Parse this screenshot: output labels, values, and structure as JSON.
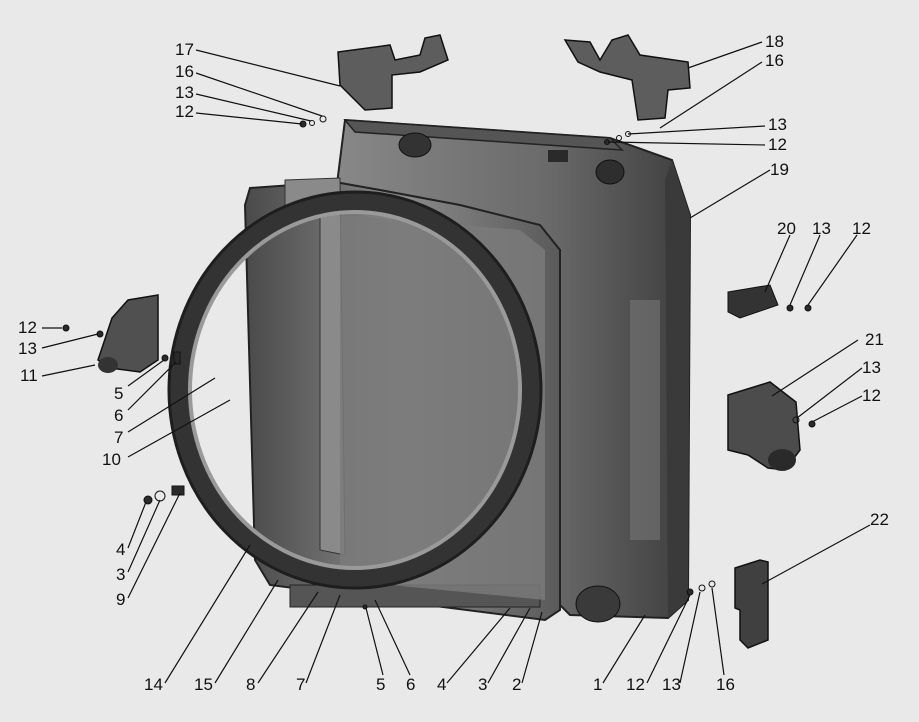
{
  "diagram": {
    "background_color": "#e9e9e9",
    "part_color": "#6f6f6f",
    "callouts": [
      {
        "id": "c17a",
        "label": "17"
      },
      {
        "id": "c16a",
        "label": "16"
      },
      {
        "id": "c13a",
        "label": "13"
      },
      {
        "id": "c12a",
        "label": "12"
      },
      {
        "id": "c18",
        "label": "18"
      },
      {
        "id": "c16b",
        "label": "16"
      },
      {
        "id": "c13b",
        "label": "13"
      },
      {
        "id": "c12b",
        "label": "12"
      },
      {
        "id": "c19",
        "label": "19"
      },
      {
        "id": "c20",
        "label": "20"
      },
      {
        "id": "c13c",
        "label": "13"
      },
      {
        "id": "c12c",
        "label": "12"
      },
      {
        "id": "c12d",
        "label": "12"
      },
      {
        "id": "c13d",
        "label": "13"
      },
      {
        "id": "c11",
        "label": "11"
      },
      {
        "id": "c5a",
        "label": "5"
      },
      {
        "id": "c6a",
        "label": "6"
      },
      {
        "id": "c7a",
        "label": "7"
      },
      {
        "id": "c10",
        "label": "10"
      },
      {
        "id": "c21",
        "label": "21"
      },
      {
        "id": "c13e",
        "label": "13"
      },
      {
        "id": "c12e",
        "label": "12"
      },
      {
        "id": "c4a",
        "label": "4"
      },
      {
        "id": "c3a",
        "label": "3"
      },
      {
        "id": "c9",
        "label": "9"
      },
      {
        "id": "c22",
        "label": "22"
      },
      {
        "id": "c14",
        "label": "14"
      },
      {
        "id": "c15",
        "label": "15"
      },
      {
        "id": "c8",
        "label": "8"
      },
      {
        "id": "c7b",
        "label": "7"
      },
      {
        "id": "c5b",
        "label": "5"
      },
      {
        "id": "c6b",
        "label": "6"
      },
      {
        "id": "c4b",
        "label": "4"
      },
      {
        "id": "c3b",
        "label": "3"
      },
      {
        "id": "c2",
        "label": "2"
      },
      {
        "id": "c1",
        "label": "1"
      },
      {
        "id": "c12f",
        "label": "12"
      },
      {
        "id": "c13f",
        "label": "13"
      },
      {
        "id": "c16c",
        "label": "16"
      }
    ]
  }
}
